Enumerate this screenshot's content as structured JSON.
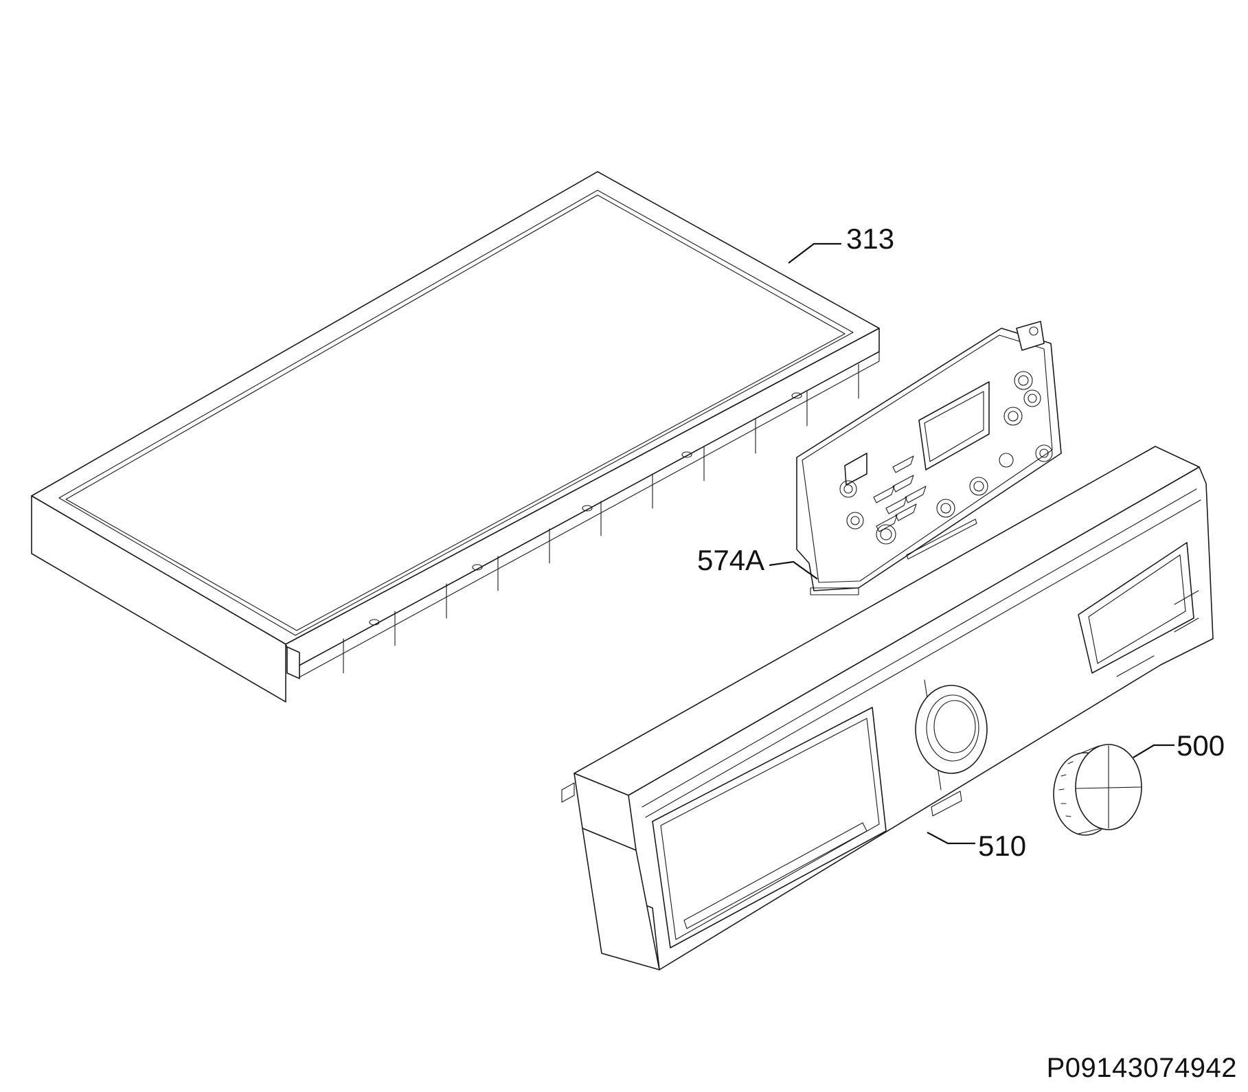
{
  "callouts": [
    {
      "id": "313",
      "label": "313"
    },
    {
      "id": "574A",
      "label": "574A"
    },
    {
      "id": "500",
      "label": "500"
    },
    {
      "id": "510",
      "label": "510"
    }
  ],
  "document_id": "P09143074942"
}
